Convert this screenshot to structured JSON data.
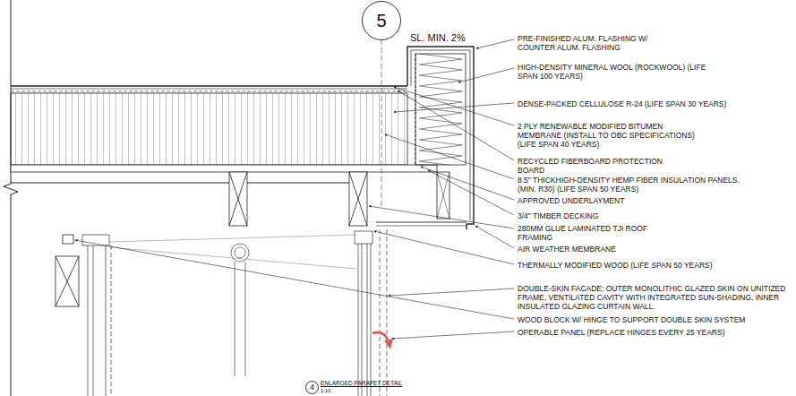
{
  "diagram": {
    "title": "ENLARGED PARAPET DETAIL",
    "nodes": [
      {
        "text": [
          "5"
        ]
      },
      {
        "text": [
          "4"
        ]
      }
    ],
    "labels": [
      "SL. MIN. 2%",
      "PRE-FINISHED ALUM. FLASHING W/ COUNTER ALUM. FLASHING",
      "HIGH-DENSITY MINERAL WOOL (ROCKWOOL) (LIFE SPAN 100 YEARS)",
      "DENSE-PACKED CELLULOSE R-24 (LIFE SPAN 30 YEARS)",
      "2 PLY RENEWABLE MODIFIED BITUMEN MEMBRANE (INSTALL TO OBC SPECIFICATIONS) (LIFE SPAN 40 YEARS)",
      "RECYCLED FIBERBOARD PROTECTION BOARD",
      "8.5\" THICKHIGH-DENSITY HEMP FIBER INSULATION PANELS. (MIN. R30) (LIFE SPAN 50 YEARS)",
      "APPROVED UNDERLAYMENT",
      "3/4\" TIMBER DECKING",
      "280MM GLUE LAMINATED TJI ROOF FRAMING",
      "AIR WEATHER MEMBRANE",
      "THERMALLY MODIFIED WOOD (LIFE SPAN 50 YEARS)",
      "DOUBLE-SKIN FACADE: OUTER MONOLITHIC GLAZED SKIN ON UNITIZED FRAME, VENTILATED CAVITY WITH INTEGRATED SUN-SHADING, INNER INSULATED GLAZING CURTAIN WALL.",
      "WOOD BLOCK W/ HINGE TO SUPPORT DOUBLE SKIN SYSTEM",
      "OPERABLE PANEL (REPLACE HINGES EVERY 25 YEARS)",
      "1:10"
    ]
  }
}
